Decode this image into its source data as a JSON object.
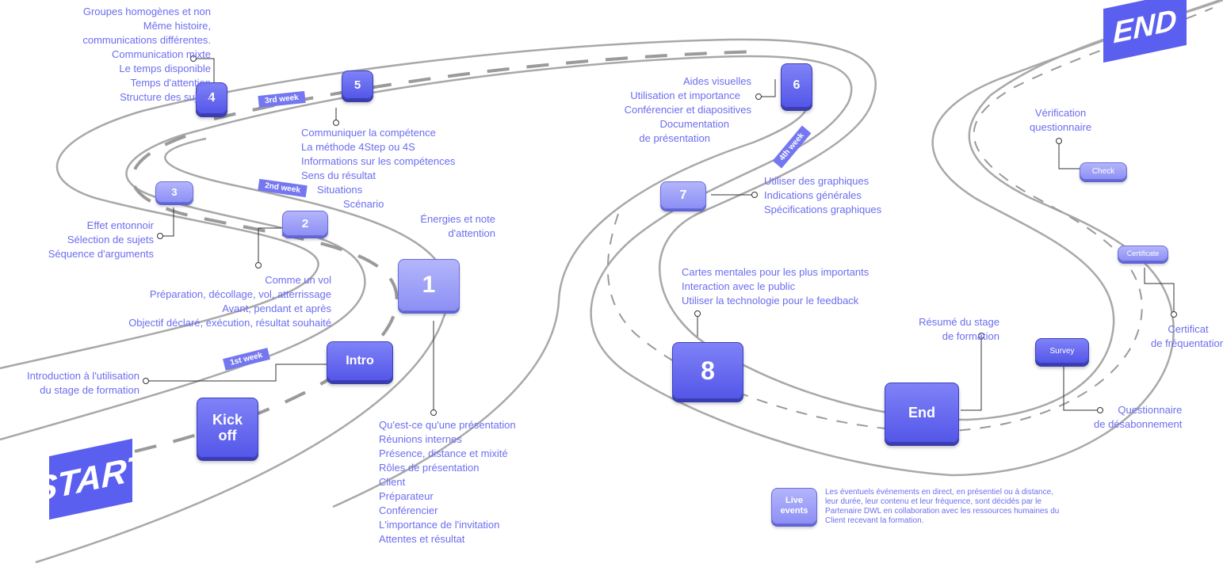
{
  "signs": {
    "start": "START",
    "end": "END"
  },
  "weeks": {
    "w1": "1st week",
    "w2": "2nd week",
    "w3": "3rd week",
    "w4": "4th week"
  },
  "keys": {
    "kickoff": "Kick off",
    "intro": "Intro",
    "k1": "1",
    "k2": "2",
    "k3": "3",
    "k4": "4",
    "k5": "5",
    "k6": "6",
    "k7": "7",
    "k8": "8",
    "end": "End",
    "check": "Check",
    "certificate": "Certificate",
    "survey": "Survey",
    "live": "Live events"
  },
  "labels": {
    "top_left": [
      "Groupes homogènes et non",
      "Même histoire,",
      "communications différentes.",
      "Communication mixte",
      "Le temps disponible",
      "Temps d'attention",
      "Structure des sujets"
    ],
    "k5": [
      "Communiquer la compétence",
      "La méthode 4Step ou 4S",
      "Informations sur les compétences",
      "Sens du résultat",
      "Situations",
      "Scénario"
    ],
    "k1_top": [
      "Énergies et note",
      "d'attention"
    ],
    "k3": [
      "Effet entonnoir",
      "Sélection de sujets",
      "Séquence d'arguments"
    ],
    "k2": [
      "Comme un vol",
      "Préparation, décollage, vol, atterrissage",
      "Avant, pendant et après",
      "Objectif déclaré, exécution, résultat souhaité"
    ],
    "intro": [
      "Introduction à l'utilisation",
      "du stage de formation"
    ],
    "k1": [
      "Qu'est-ce qu'une présentation",
      "Réunions internes",
      "Présence, distance et mixité",
      "Rôles de présentation",
      "Client",
      "Préparateur",
      "Conférencier",
      "L'importance de l'invitation",
      "Attentes et résultat"
    ],
    "k6": [
      "Aides visuelles",
      "Utilisation et importance",
      "Conférencier et diapositives",
      "Documentation",
      "de présentation"
    ],
    "k7": [
      "Utiliser des graphiques",
      "Indications générales",
      "Spécifications graphiques"
    ],
    "k8": [
      "Cartes mentales pour les plus importants",
      "Interaction avec le public",
      "Utiliser la technologie pour le feedback"
    ],
    "end": [
      "Résumé du stage",
      "de formation"
    ],
    "check": [
      "Vérification",
      "questionnaire"
    ],
    "certificate": [
      "Certificat",
      "de fréquentation"
    ],
    "survey": [
      "Questionnaire",
      "de désabonnement"
    ]
  },
  "live_note": "Les éventuels événements en direct, en présentiel ou à distance, leur durée, leur contenu et leur fréquence, sont décidés par le Partenaire DWL en collaboration avec les ressources humaines du Client recevant la formation."
}
